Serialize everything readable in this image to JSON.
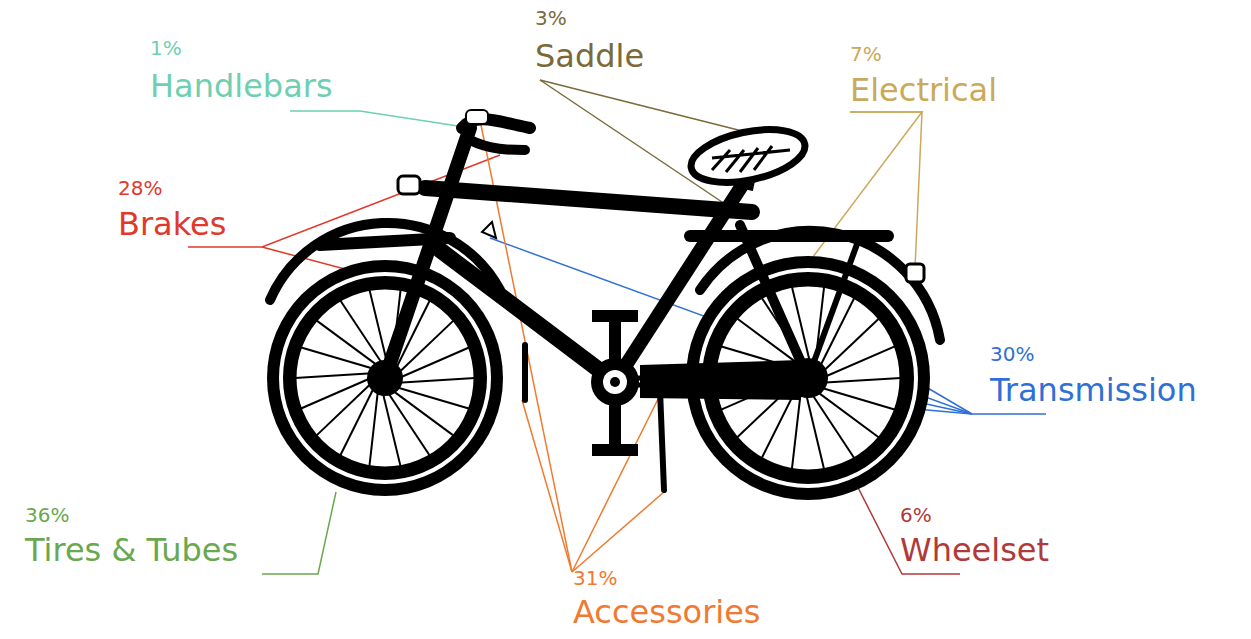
{
  "diagram": {
    "labels": [
      "1%",
      "Handlebars",
      "3%",
      "Saddle",
      "7%",
      "Electrical",
      "28%",
      "Brakes",
      "30%",
      "Transmission",
      "36%",
      "Tires & Tubes",
      "6%",
      "Wheelset",
      "31%",
      "Accessories"
    ]
  }
}
